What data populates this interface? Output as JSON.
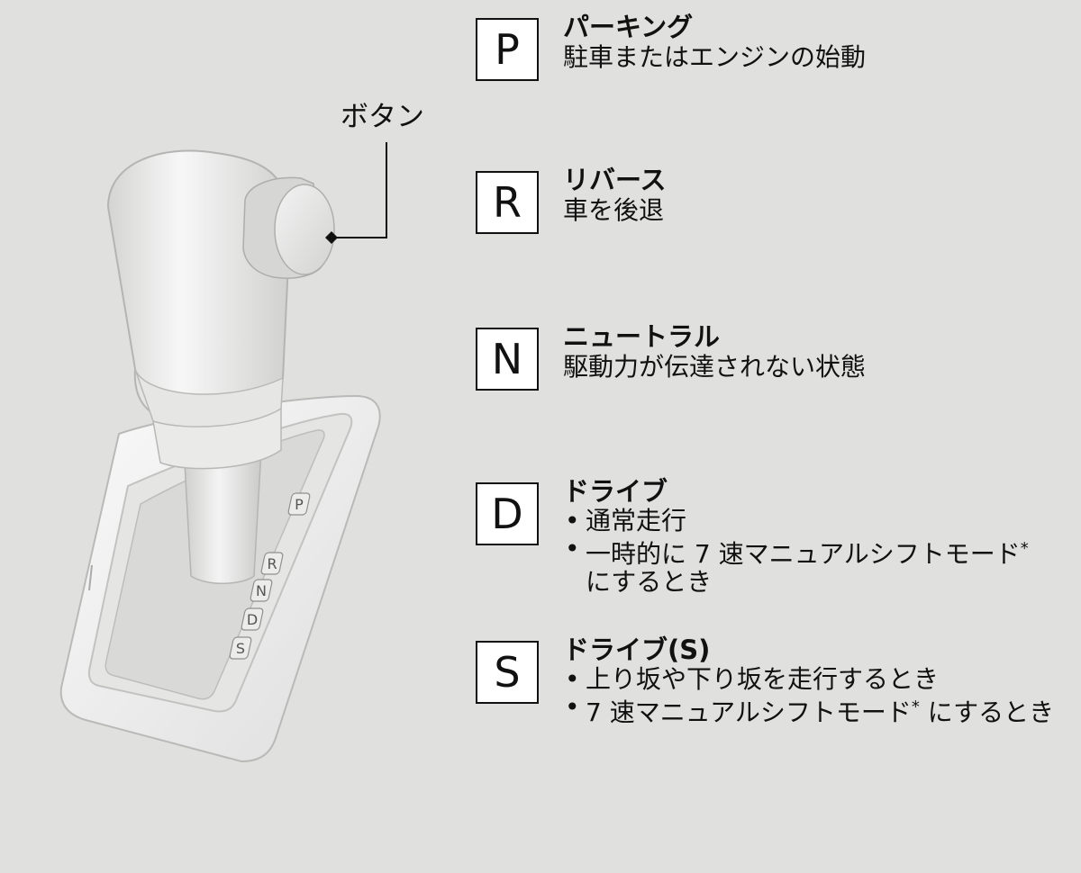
{
  "callout": {
    "button_label": "ボタン"
  },
  "gate_letters": [
    "P",
    "R",
    "N",
    "D",
    "S"
  ],
  "positions": [
    {
      "letter": "P",
      "title": "パーキング",
      "description": "駐車またはエンジンの始動"
    },
    {
      "letter": "R",
      "title": "リバース",
      "description": "車を後退"
    },
    {
      "letter": "N",
      "title": "ニュートラル",
      "description": "駆動力が伝達されない状態"
    },
    {
      "letter": "D",
      "title": "ドライブ",
      "bullets": [
        {
          "text": "通常走行",
          "asterisk": ""
        },
        {
          "text": "一時的に 7 速マニュアルシフトモード",
          "asterisk": "*",
          "text_after": "にするとき"
        }
      ]
    },
    {
      "letter": "S",
      "title": "ドライブ(S)",
      "bullets": [
        {
          "text": "上り坂や下り坂を走行するとき",
          "asterisk": ""
        },
        {
          "text": "7 速マニュアルシフトモード",
          "asterisk": "*",
          "text_after": " にするとき"
        }
      ]
    }
  ]
}
